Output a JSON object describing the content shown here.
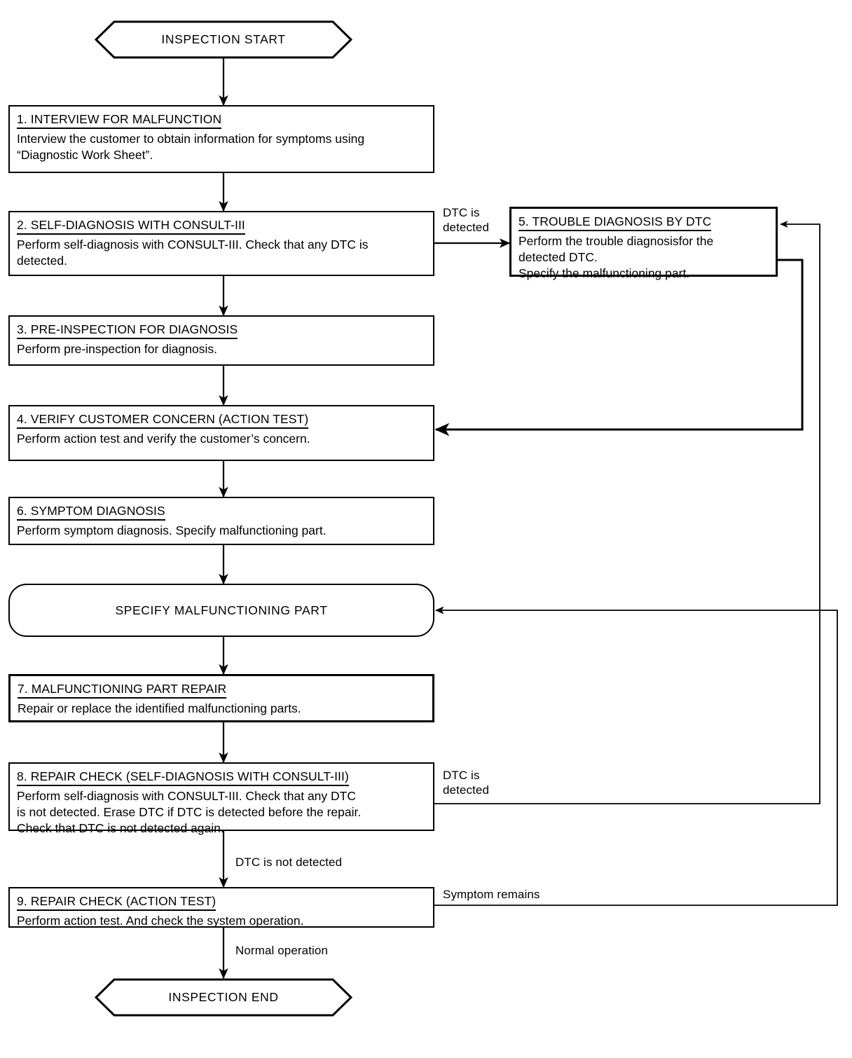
{
  "diagram": {
    "title": "Diagnosis Work Flow",
    "start_terminator": "INSPECTION START",
    "end_terminator": "INSPECTION END",
    "decision_node": "SPECIFY MALFUNCTIONING PART",
    "line_color": "#000000",
    "background_color": "#ffffff"
  },
  "steps": [
    {
      "id": "step1",
      "title": "1. INTERVIEW FOR MALFUNCTION",
      "body": "Interview the customer to obtain information for symptoms using\n“Diagnostic Work Sheet”."
    },
    {
      "id": "step2",
      "title": "2. SELF-DIAGNOSIS WITH CONSULT-III",
      "body": "Perform self-diagnosis with CONSULT-III. Check that any DTC is\ndetected."
    },
    {
      "id": "step3",
      "title": "3. PRE-INSPECTION FOR DIAGNOSIS",
      "body": "Perform pre-inspection for diagnosis."
    },
    {
      "id": "step4",
      "title": "4. VERIFY CUSTOMER CONCERN (ACTION TEST)",
      "body": "Perform action test and verify the customer’s concern."
    },
    {
      "id": "step5",
      "title": "5. TROUBLE DIAGNOSIS BY DTC",
      "body": "Perform the trouble diagnosisfor the\ndetected DTC.\nSpecify the malfunctioning part."
    },
    {
      "id": "step6",
      "title": "6. SYMPTOM DIAGNOSIS",
      "body": "Perform symptom diagnosis. Specify malfunctioning part."
    },
    {
      "id": "step7",
      "title": "7. MALFUNCTIONING PART REPAIR",
      "body": "Repair or replace the identified malfunctioning parts."
    },
    {
      "id": "step8",
      "title": "8. REPAIR CHECK (SELF-DIAGNOSIS WITH CONSULT-III)",
      "body": "Perform self-diagnosis with CONSULT-III. Check that any DTC\nis not detected. Erase DTC if DTC is detected before the repair.\nCheck that DTC is not detected again."
    },
    {
      "id": "step9",
      "title": "9. REPAIR CHECK (ACTION TEST)",
      "body": "Perform action test. And check the system operation."
    }
  ],
  "edge_labels": {
    "dtc_detected_top": "DTC is\ndetected",
    "dtc_detected_repair": "DTC is\ndetected",
    "dtc_not_detected": "DTC is not detected",
    "symptom_remains": "Symptom remains",
    "normal_operation": "Normal operation"
  }
}
